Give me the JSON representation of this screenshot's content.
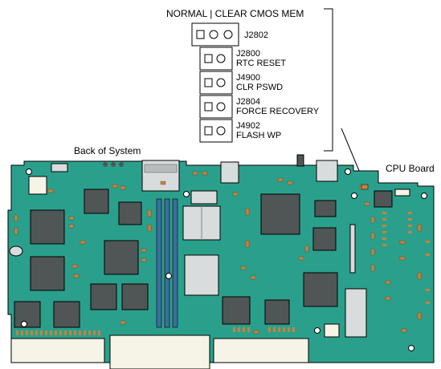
{
  "labels": {
    "header": "NORMAL | CLEAR CMOS MEM",
    "back_of_system": "Back of System",
    "cpu_board": "CPU Board"
  },
  "jumpers": [
    {
      "id": "J2802",
      "line1": "J2802",
      "line2": ""
    },
    {
      "id": "J2800",
      "line1": "J2800",
      "line2": "RTC  RESET"
    },
    {
      "id": "J4900",
      "line1": "J4900",
      "line2": "CLR PSWD"
    },
    {
      "id": "J2804",
      "line1": "J2804",
      "line2": "FORCE RECOVERY"
    },
    {
      "id": "J4902",
      "line1": "J4902",
      "line2": "FLASH WP"
    }
  ],
  "colors": {
    "board": "#2aa08c",
    "chip": "#505555",
    "component": "#c8823c",
    "heatsink": "#d8dcdc",
    "dimm": "#3c6e9e"
  }
}
